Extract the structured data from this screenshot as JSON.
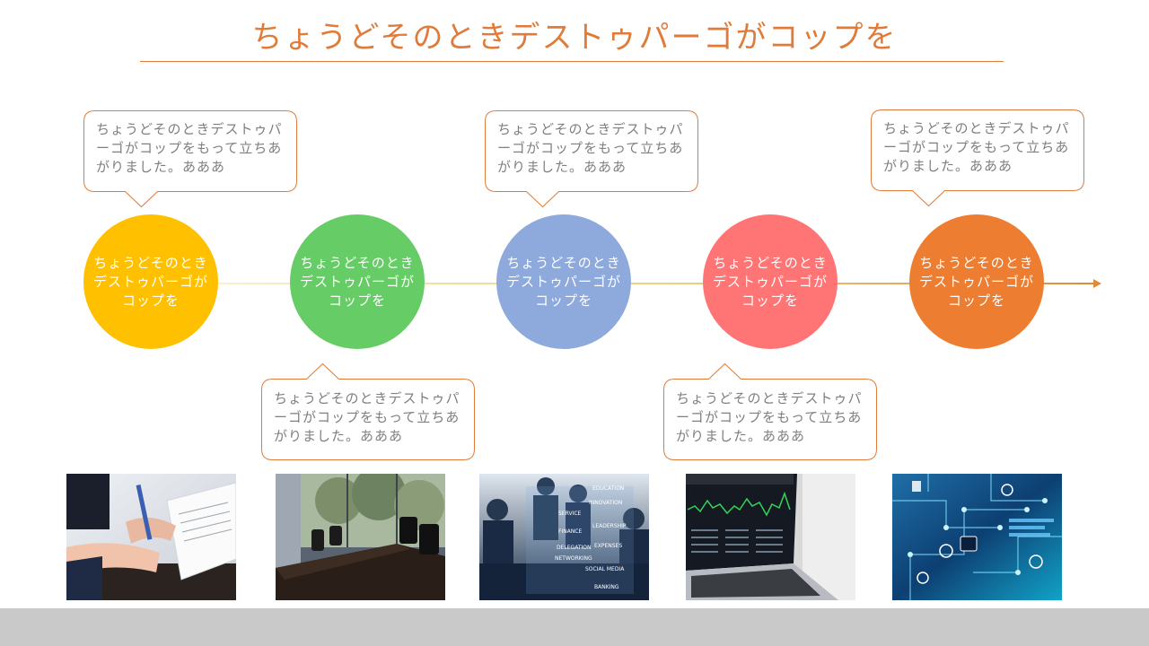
{
  "slide": {
    "title": "ちょうどそのときデストゥパーゴがコップを",
    "accent_color": "#E07B39"
  },
  "circles": [
    {
      "label": "ちょうどそのときデストゥパーゴがコップを",
      "color": "#FFC000"
    },
    {
      "label": "ちょうどそのときデストゥパーゴがコップを",
      "color": "#66CC66"
    },
    {
      "label": "ちょうどそのときデストゥパーゴがコップを",
      "color": "#8EA9DB"
    },
    {
      "label": "ちょうどそのときデストゥパーゴがコップを",
      "color": "#FF7575"
    },
    {
      "label": "ちょうどそのときデストゥパーゴがコップを",
      "color": "#ED7D31"
    }
  ],
  "callouts": [
    {
      "text": "ちょうどそのときデストゥパーゴがコップをもって立ちあがりました。あああ"
    },
    {
      "text": "ちょうどそのときデストゥパーゴがコップをもって立ちあがりました。あああ"
    },
    {
      "text": "ちょうどそのときデストゥパーゴがコップをもって立ちあがりました。あああ"
    },
    {
      "text": "ちょうどそのときデストゥパーゴがコップをもって立ちあがりました。あああ"
    },
    {
      "text": "ちょうどそのときデストゥパーゴがコップをもって立ちあがりました。あああ"
    }
  ],
  "photos": [
    {
      "icon": "business-documents-photo"
    },
    {
      "icon": "meeting-room-photo"
    },
    {
      "icon": "business-network-photo"
    },
    {
      "icon": "laptop-stock-chart-photo"
    },
    {
      "icon": "circuit-technology-photo"
    }
  ],
  "photo_words": [
    "EDUCATION",
    "INNOVATION",
    "SERVICE",
    "LEADERSHIP",
    "FINANCE",
    "EXPENSES",
    "DELEGATION",
    "NETWORKING",
    "SOCIAL MEDIA",
    "BANKING"
  ]
}
